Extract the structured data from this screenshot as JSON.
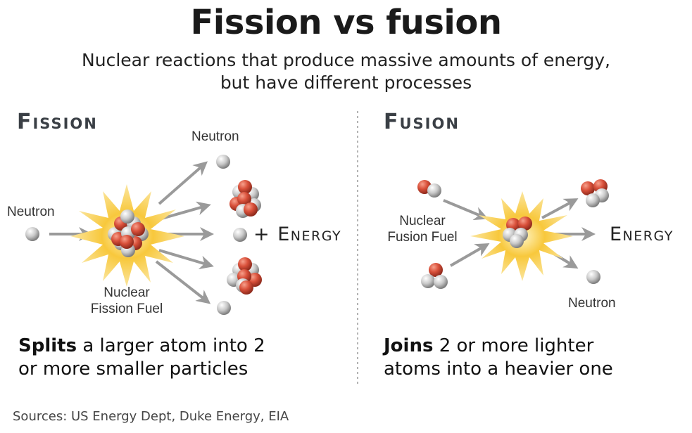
{
  "title": "Fission vs fusion",
  "subtitle_line1": "Nuclear reactions that produce massive amounts of energy,",
  "subtitle_line2": "but have different processes",
  "fission": {
    "heading": "Fission",
    "neutron_in_label": "Neutron",
    "neutron_out_label": "Neutron",
    "fuel_label_line1": "Nuclear",
    "fuel_label_line2": "Fission Fuel",
    "plus": "+",
    "energy_label": "Energy",
    "desc_bold": "Splits",
    "desc_line1_rest": " a larger atom into 2",
    "desc_line2": "or more smaller particles"
  },
  "fusion": {
    "heading": "Fusion",
    "fuel_label_line1": "Nuclear",
    "fuel_label_line2": "Fusion Fuel",
    "energy_label": "Energy",
    "neutron_label": "Neutron",
    "desc_bold": "Joins",
    "desc_line1_rest": " 2 or more lighter",
    "desc_line2": "atoms into a heavier one"
  },
  "source": "Sources: US Energy Dept, Duke Energy, EIA",
  "colors": {
    "proton": "#d9503a",
    "neutron": "#c8c8c8",
    "arrow": "#9a9a9a",
    "burst_outer": "#fbe08a",
    "burst_inner": "#f6b830",
    "divider": "#9a9a9a"
  }
}
